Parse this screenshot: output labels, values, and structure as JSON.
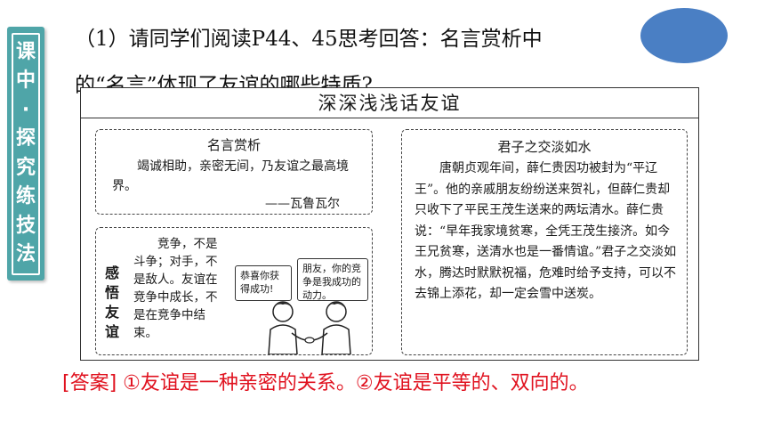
{
  "sidebar": {
    "chars": [
      "课",
      "中",
      "·",
      "探",
      "究",
      "练",
      "技",
      "法"
    ]
  },
  "question": {
    "line1": "（1）请同学们阅读P44、45思考回答：名言赏析中",
    "line2": "的“名言”体现了友谊的哪些特质?"
  },
  "material": {
    "title": "深深浅浅话友谊",
    "quote_box": {
      "heading": "名言赏析",
      "text": "竭诚相助，亲密无间，乃友谊之最高境界。",
      "author": "——瓦鲁瓦尔"
    },
    "feel_box": {
      "label": "感悟友谊",
      "text": "竞争，不是斗争；对手，不是敌人。友谊在竞争中成长，不是在竞争中结束。",
      "bubble_left": "恭喜你获得成功!",
      "bubble_right": "朋友，你的竞争是我成功的动力。"
    },
    "story_box": {
      "heading": "君子之交淡如水",
      "text": "唐朝贞观年间，薛仁贵因功被封为“平辽王”。他的亲戚朋友纷纷送来贺礼，但薛仁贵却只收下了平民王茂生送来的两坛清水。薛仁贵说：“早年我家境贫寒，全凭王茂生接济。如今王兄贫寒，送清水也是一番情谊。”君子之交淡如水，腾达时默默祝福，危难时给予支持，可以不去锦上添花，却一定会雪中送炭。"
    }
  },
  "answer": "[答案] ①友谊是一种亲密的关系。②友谊是平等的、双向的。",
  "colors": {
    "sidebar": "#4fa5a8",
    "oval": "#4a7fc4",
    "answer": "#e0121f"
  }
}
